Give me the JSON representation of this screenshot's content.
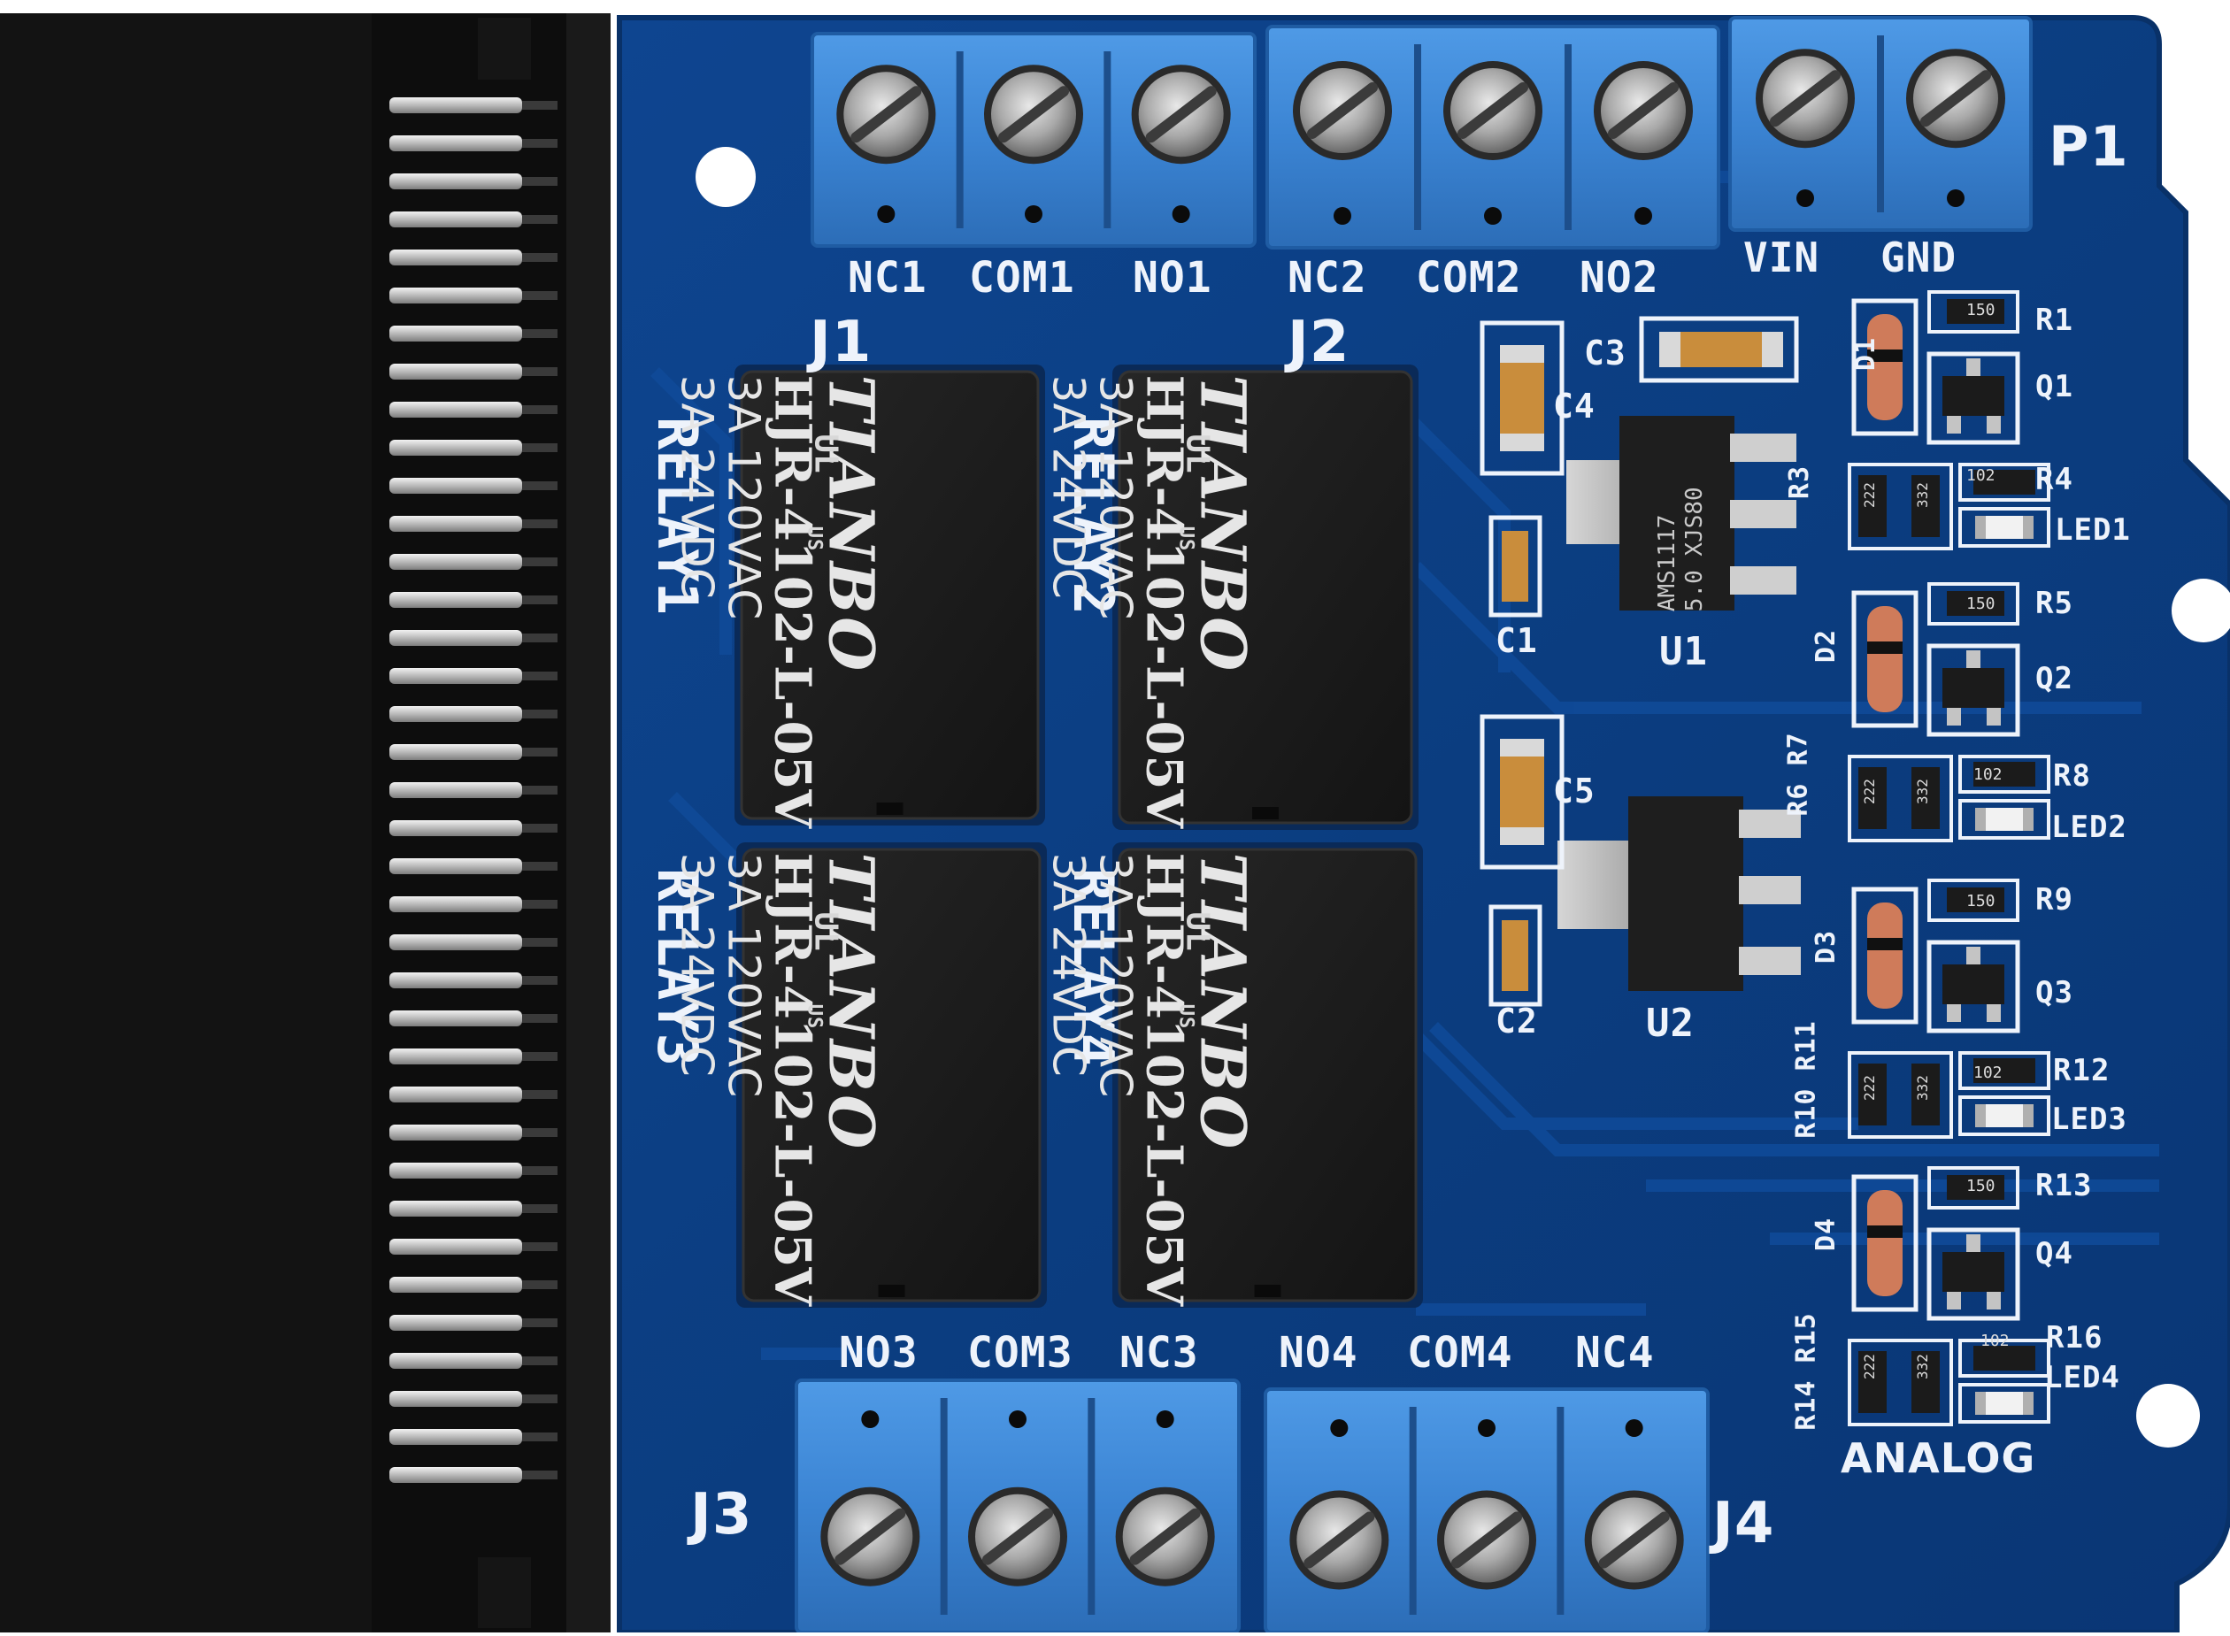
{
  "terminals": {
    "j1": [
      "NC1",
      "COM1",
      "NO1"
    ],
    "j2": [
      "NC2",
      "COM2",
      "NO2"
    ],
    "p1": [
      "VIN",
      "GND"
    ],
    "j3": [
      "NO3",
      "COM3",
      "NC3"
    ],
    "j4": [
      "NO4",
      "COM4",
      "NC4"
    ]
  },
  "designators": {
    "j1": "J1",
    "j2": "J2",
    "j3": "J3",
    "j4": "J4",
    "p1": "P1",
    "relay1": "RELAY1",
    "relay2": "RELAY2",
    "relay3": "RELAY3",
    "relay4": "RELAY4",
    "c1": "C1",
    "c2": "C2",
    "c3": "C3",
    "c4": "C4",
    "c5": "C5",
    "u1": "U1",
    "u2": "U2",
    "r1": "R1",
    "q1": "Q1",
    "r4": "R4",
    "led1": "LED1",
    "r3": "R3",
    "r5": "R5",
    "q2": "Q2",
    "r6r7": "R6 R7",
    "r8": "R8",
    "led2": "LED2",
    "r9": "R9",
    "q3": "Q3",
    "r10r11": "R10 R11",
    "r12": "R12",
    "led3": "LED3",
    "r13": "R13",
    "q4": "Q4",
    "r14r15": "R14 R15",
    "r16": "R16",
    "led4": "LED4",
    "d1": "D1",
    "d2": "D2",
    "d3": "D3",
    "d4": "D4",
    "analog": "ANALOG"
  },
  "relay_marking": {
    "brand": "TIANBO",
    "part": "HJR-4102-L-05V",
    "spec1": "3A 120VAC",
    "spec2": "3A  24VDC",
    "cert": "UL",
    "cert_sub": "US"
  },
  "regulator_marking": {
    "line1": "AMS1117",
    "line2": "5.0 XJS80"
  },
  "resistor_codes": {
    "r150": "150",
    "r102": "102",
    "r222": "222",
    "r332": "332"
  },
  "colors": {
    "pcb": "#0c3f84",
    "pcb_edge": "#0a3470",
    "terminal": "#3c86d6",
    "relay": "#1b1b1b",
    "connector": "#121212",
    "silk": "#eef3fb"
  }
}
